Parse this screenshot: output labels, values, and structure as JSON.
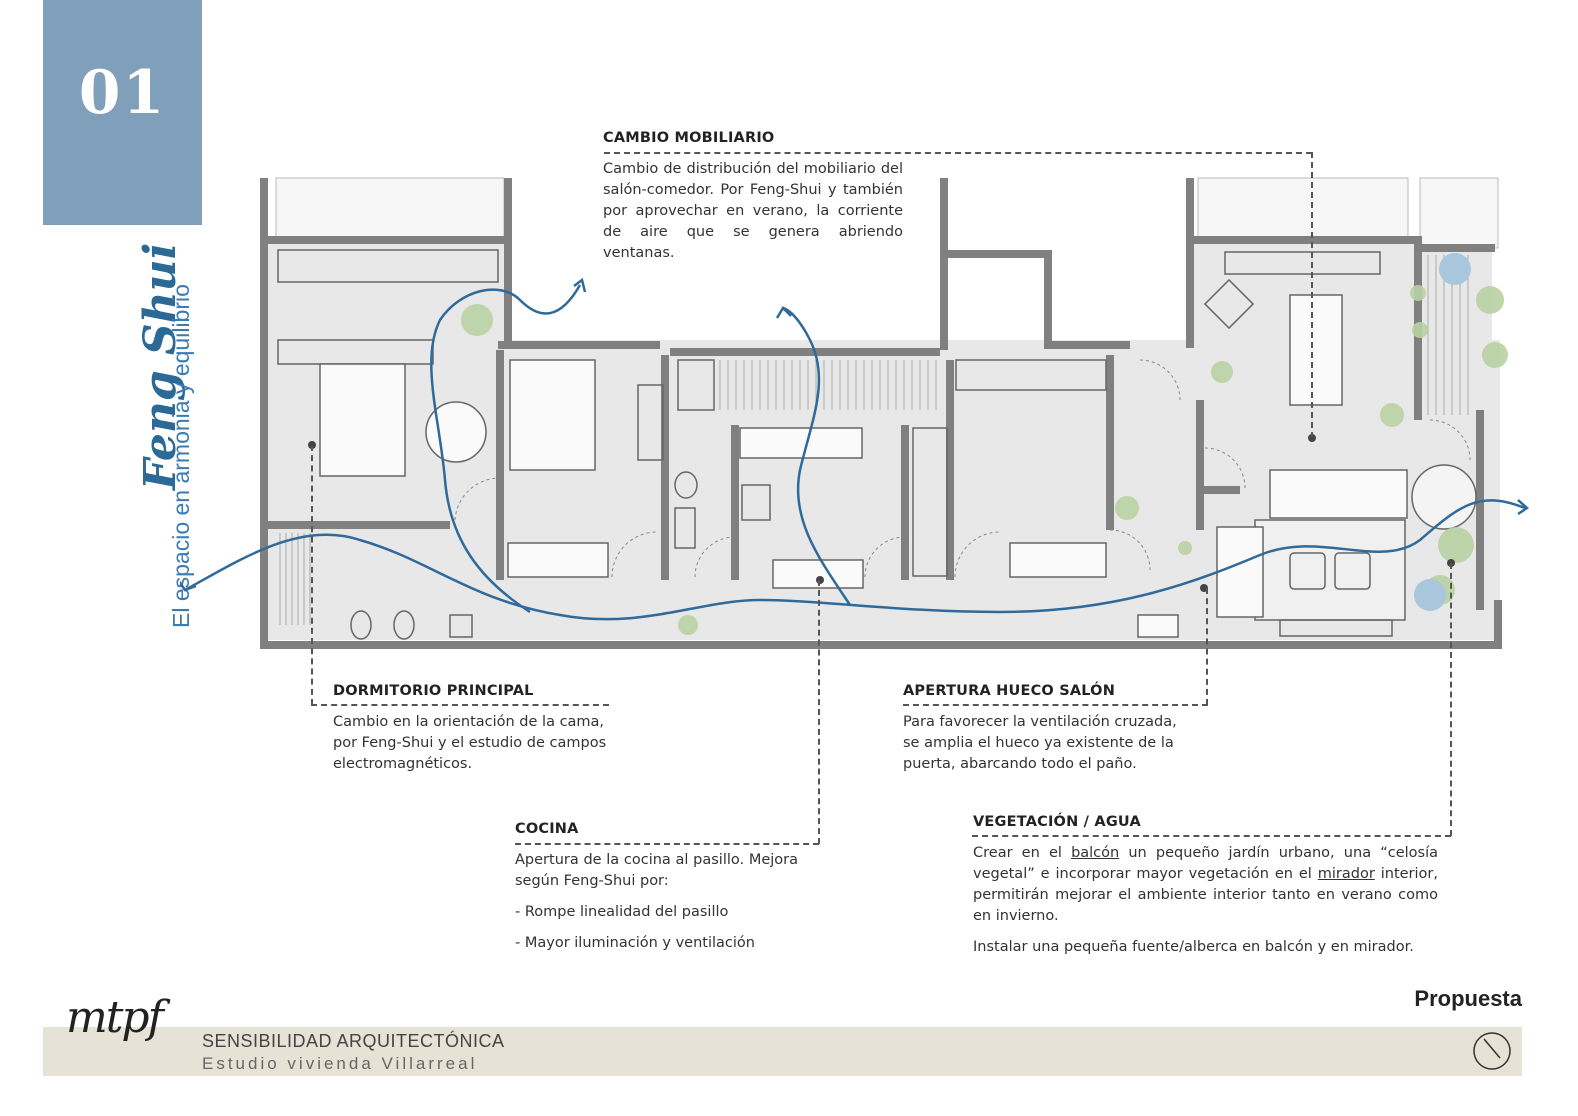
{
  "section_number": "01",
  "side_title": "Feng Shui",
  "side_subtitle": "El espacio en armonia y equilibrio",
  "notes": {
    "cambio": {
      "title": "CAMBIO MOBILIARIO",
      "text": "Cambio de distribución del mobiliario del salón-comedor.  Por Feng-Shui y también por aprovechar en verano, la corriente de aire que se genera abriendo ventanas."
    },
    "dormitorio": {
      "title": "DORMITORIO PRINCIPAL",
      "lines": [
        "Cambio en la orientación de la cama,",
        "por Feng-Shui y el estudio de campos",
        "electromagnéticos."
      ]
    },
    "apertura": {
      "title": "APERTURA HUECO SALÓN",
      "lines": [
        "Para favorecer la ventilación cruzada,",
        "se amplia el hueco ya existente de la",
        "puerta, abarcando todo el paño."
      ]
    },
    "cocina": {
      "title": "COCINA",
      "text": "Apertura de la cocina al pasillo. Mejora según Feng-Shui por:",
      "bullet1": "- Rompe linealidad del pasillo",
      "bullet2": "- Mayor iluminación y ventilación"
    },
    "vegetacion": {
      "title": "VEGETACIÓN / AGUA",
      "p1_a": "Crear en el ",
      "p1_balcon": "balcón",
      "p1_b": " un pequeño jardín urbano, una “celosía vegetal” e incorporar mayor vegetación en el ",
      "p1_mirador": "mirador",
      "p1_c": " interior, permitirán mejorar el ambiente interior tanto en verano como en invierno.",
      "p2": "Instalar una pequeña fuente/alberca en balcón y en mirador."
    }
  },
  "footer": {
    "logo": "mtpf",
    "line1": "SENSIBILIDAD ARQUITECTÓNICA",
    "line2": "Estudio vivienda Villarreal",
    "label": "Propuesta"
  },
  "colors": {
    "accent": "#7f9fba",
    "title_blue": "#2b6a96",
    "airflow": "#2f6a9a",
    "wall": "#808080",
    "floor": "#e8e8e8",
    "plant": "#b9d2a4",
    "water": "#a8c6dc",
    "footer_band": "#e6e2d6"
  }
}
